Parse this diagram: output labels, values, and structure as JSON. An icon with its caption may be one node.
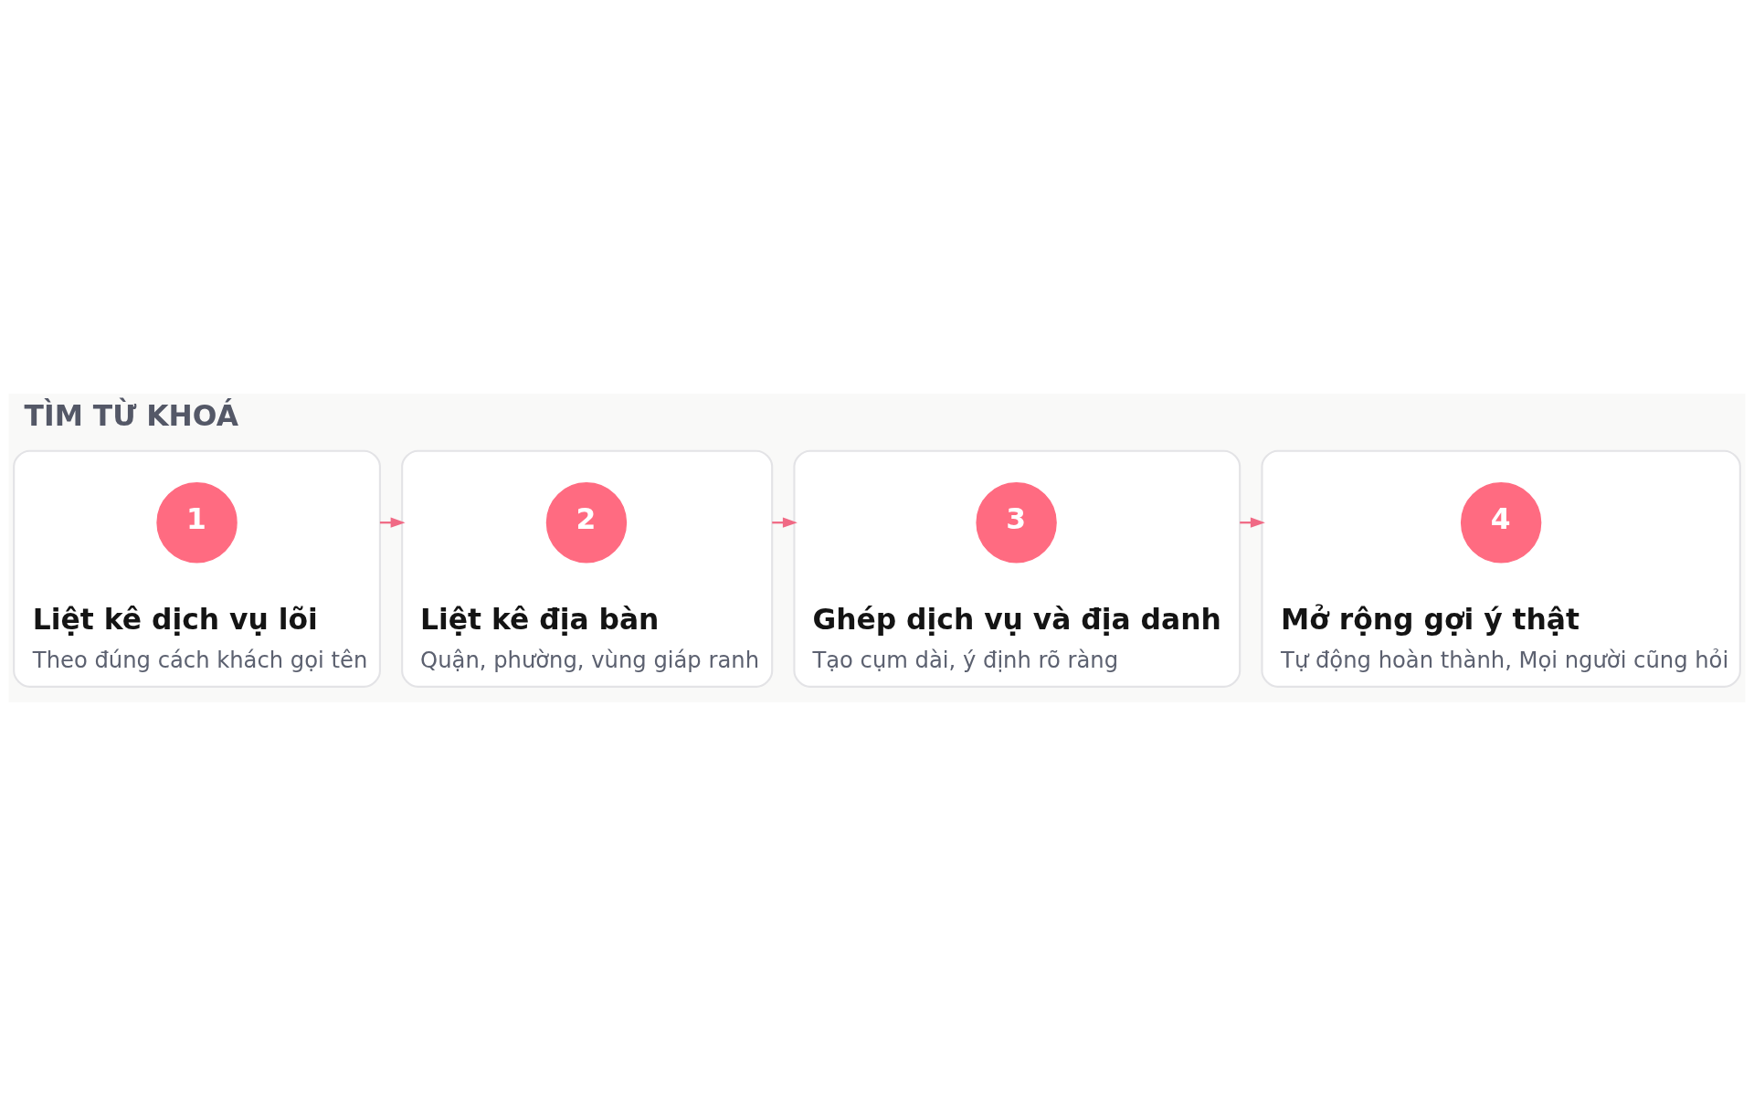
{
  "diagram": {
    "title": "TÌM TỪ KHOÁ",
    "nodes": [
      {
        "text": [
          "Liệt kê dịch vụ lõi",
          "Theo đúng cách khách gọi tên"
        ]
      },
      {
        "text": [
          "1"
        ],
        "in": 0
      },
      {
        "text": [
          "Liệt kê địa bàn",
          "Quận, phường, vùng giáp ranh"
        ]
      },
      {
        "text": [
          "2"
        ],
        "in": 2
      },
      {
        "text": [
          "Ghép dịch vụ và địa danh",
          "Tạo cụm dài, ý định rõ ràng"
        ]
      },
      {
        "text": [
          "3"
        ],
        "in": 4
      },
      {
        "text": [
          "Mở rộng gợi ý thật",
          "Tự động hoàn thành, Mọi người cũng hỏi"
        ]
      },
      {
        "text": [
          "4"
        ],
        "in": 6
      }
    ],
    "edges": [
      {
        "from": 0,
        "to": 2,
        "arrow": "to"
      },
      {
        "from": 2,
        "to": 4,
        "arrow": "to"
      },
      {
        "from": 4,
        "to": 6,
        "arrow": "to"
      }
    ]
  }
}
